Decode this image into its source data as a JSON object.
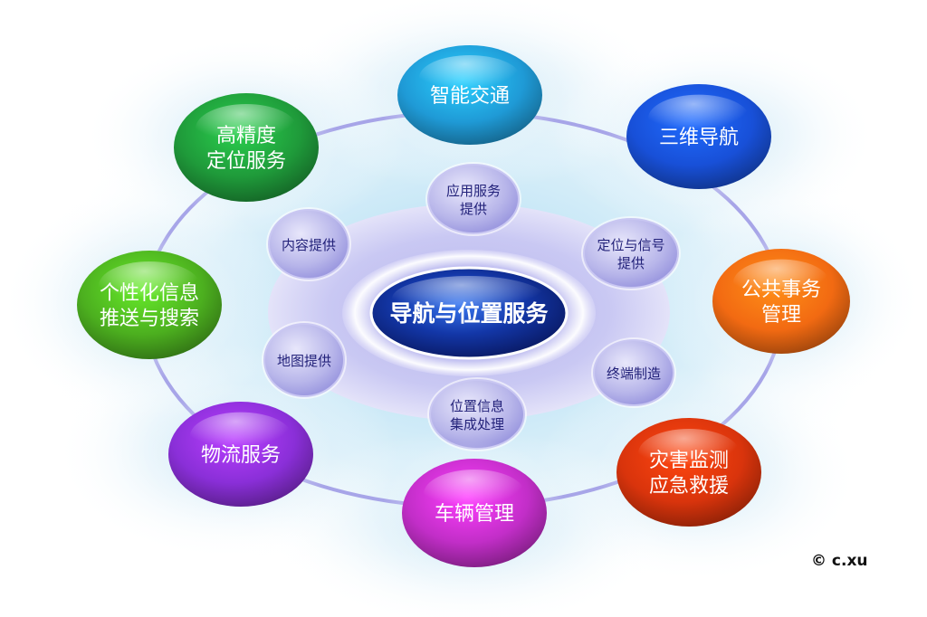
{
  "center": {
    "label": "导航与位置服务"
  },
  "inner_nodes": [
    {
      "id": "app",
      "lines": [
        "应用服务",
        "提供"
      ]
    },
    {
      "id": "signal",
      "lines": [
        "定位与信号",
        "提供"
      ]
    },
    {
      "id": "terminal",
      "lines": [
        "终端制造"
      ]
    },
    {
      "id": "integration",
      "lines": [
        "位置信息",
        "集成处理"
      ]
    },
    {
      "id": "map",
      "lines": [
        "地图提供"
      ]
    },
    {
      "id": "content",
      "lines": [
        "内容提供"
      ]
    }
  ],
  "outer_nodes": [
    {
      "id": "traffic",
      "lines": [
        "智能交通"
      ],
      "color": "#1f9ad6"
    },
    {
      "id": "nav3d",
      "lines": [
        "三维导航"
      ],
      "color": "#1850d8"
    },
    {
      "id": "public",
      "lines": [
        "公共事务",
        "管理"
      ],
      "color": "#f26a12"
    },
    {
      "id": "disaster",
      "lines": [
        "灾害监测",
        "应急救援"
      ],
      "color": "#d9340c"
    },
    {
      "id": "vehicle",
      "lines": [
        "车辆管理"
      ],
      "color": "#c22ec8"
    },
    {
      "id": "logistics",
      "lines": [
        "物流服务"
      ],
      "color": "#8a2fd8"
    },
    {
      "id": "push",
      "lines": [
        "个性化信息",
        "推送与搜索"
      ],
      "color": "#4caf1f"
    },
    {
      "id": "precision",
      "lines": [
        "高精度",
        "定位服务"
      ],
      "color": "#1f9a3a"
    }
  ],
  "copyright": "© c.xu"
}
